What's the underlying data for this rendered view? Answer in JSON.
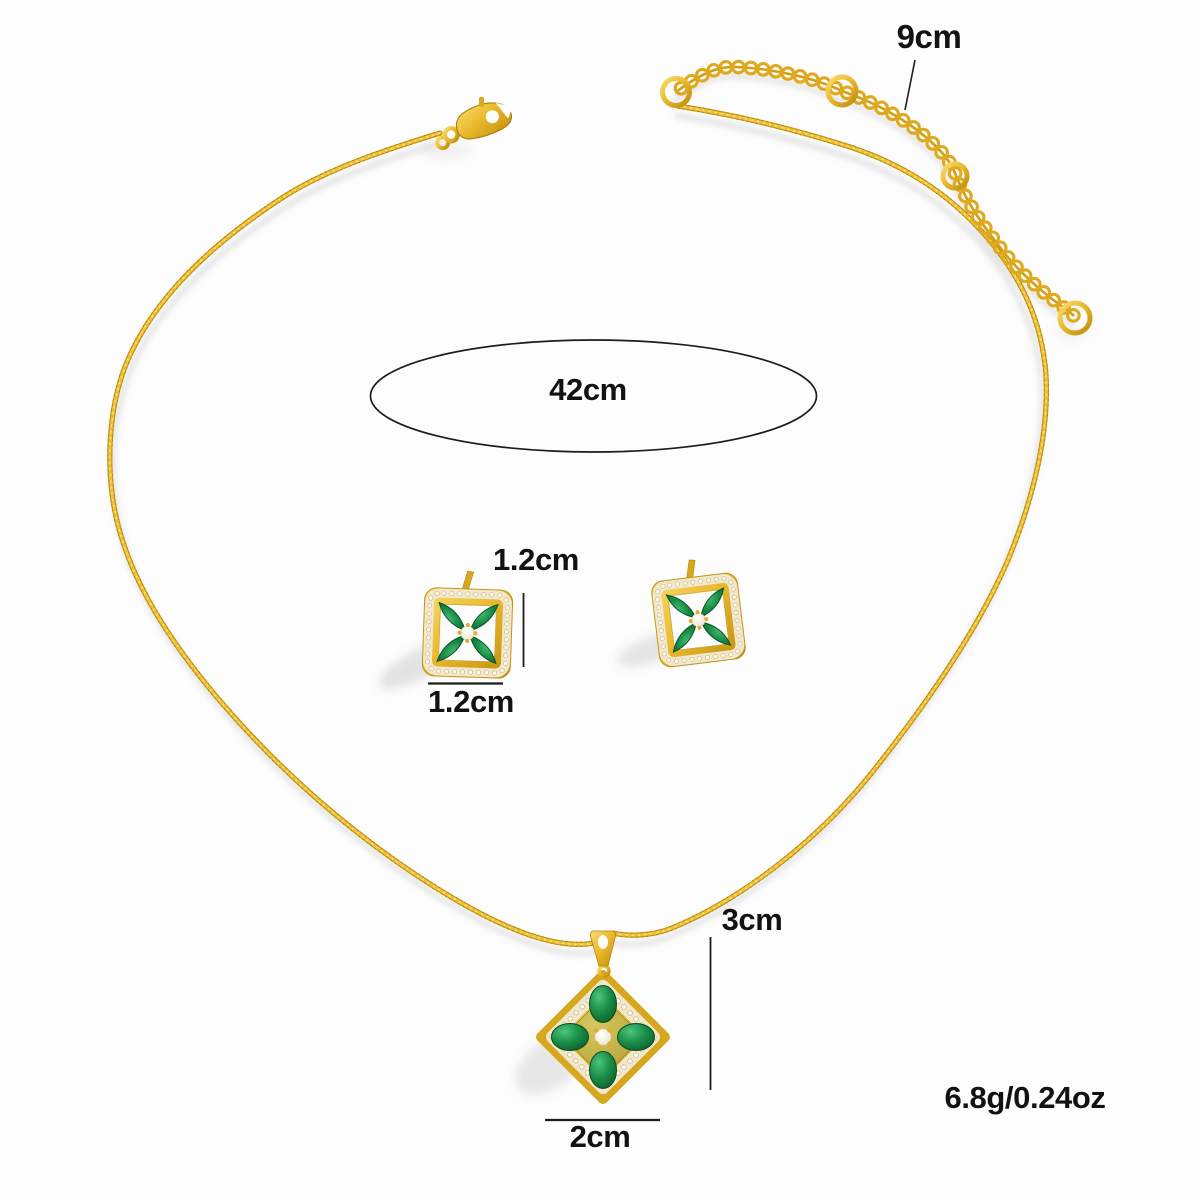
{
  "annotations": {
    "extension_chain_length": "9cm",
    "necklace_length": "42cm",
    "earring_height": "1.2cm",
    "earring_width": "1.2cm",
    "pendant_height": "3cm",
    "pendant_width": "2cm",
    "weight": "6.8g/0.24oz"
  },
  "colors": {
    "gold": "#dfa91f",
    "gold_dark": "#b07f08",
    "gold_light": "#f8d75f",
    "emerald": "#148040",
    "emerald_dark": "#0a4c22",
    "pave_white": "#fcf8ec",
    "pave_cream": "#f1e8d0",
    "olive_gold": "#b1a140",
    "annotation_line": "#1c1c1c",
    "text": "#121212",
    "shadow": "#bfbfbf",
    "background": "#fdfdfd"
  }
}
